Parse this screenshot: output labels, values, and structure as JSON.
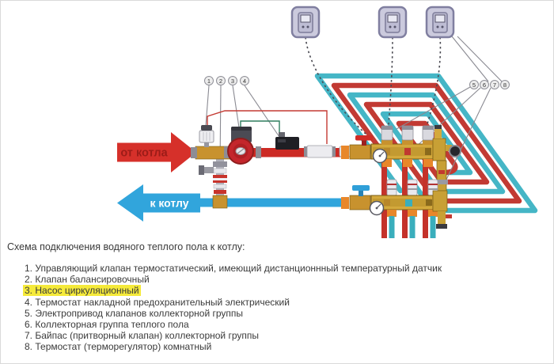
{
  "diagram": {
    "from_boiler_label": "от котла",
    "to_boiler_label": "к котлу",
    "callouts": [
      "1",
      "2",
      "3",
      "4",
      "5",
      "6",
      "7",
      "8"
    ],
    "thermostat_count": "3",
    "colors": {
      "supply_red": "#d6302a",
      "return_blue": "#31a5dc",
      "floor_supply_red": "#c23a33",
      "floor_return_teal": "#45b6c6",
      "manifold_brass": "#d4a93c",
      "highlight_yellow": "#f5ea3a"
    }
  },
  "legend": {
    "title": "Схема подключения водяного теплого пола к котлу:",
    "items": [
      {
        "num": "1.",
        "text": "Управляющий клапан термостатический, имеющий дистанционнный температурный датчик",
        "highlighted": false
      },
      {
        "num": "2.",
        "text": "Клапан балансировочный",
        "highlighted": false
      },
      {
        "num": "3.",
        "text": "Насос циркуляционный",
        "highlighted": true
      },
      {
        "num": "4.",
        "text": "Термостат накладной предохранительный электрический",
        "highlighted": false
      },
      {
        "num": "5.",
        "text": "Электропривод клапанов коллекторной группы",
        "highlighted": false
      },
      {
        "num": "6.",
        "text": "Коллекторная группа теплого пола",
        "highlighted": false
      },
      {
        "num": "7.",
        "text": "Байпас (притворный клапан) коллекторной группы",
        "highlighted": false
      },
      {
        "num": "8.",
        "text": "Термостат (терморегулятор) комнатный",
        "highlighted": false
      }
    ]
  }
}
